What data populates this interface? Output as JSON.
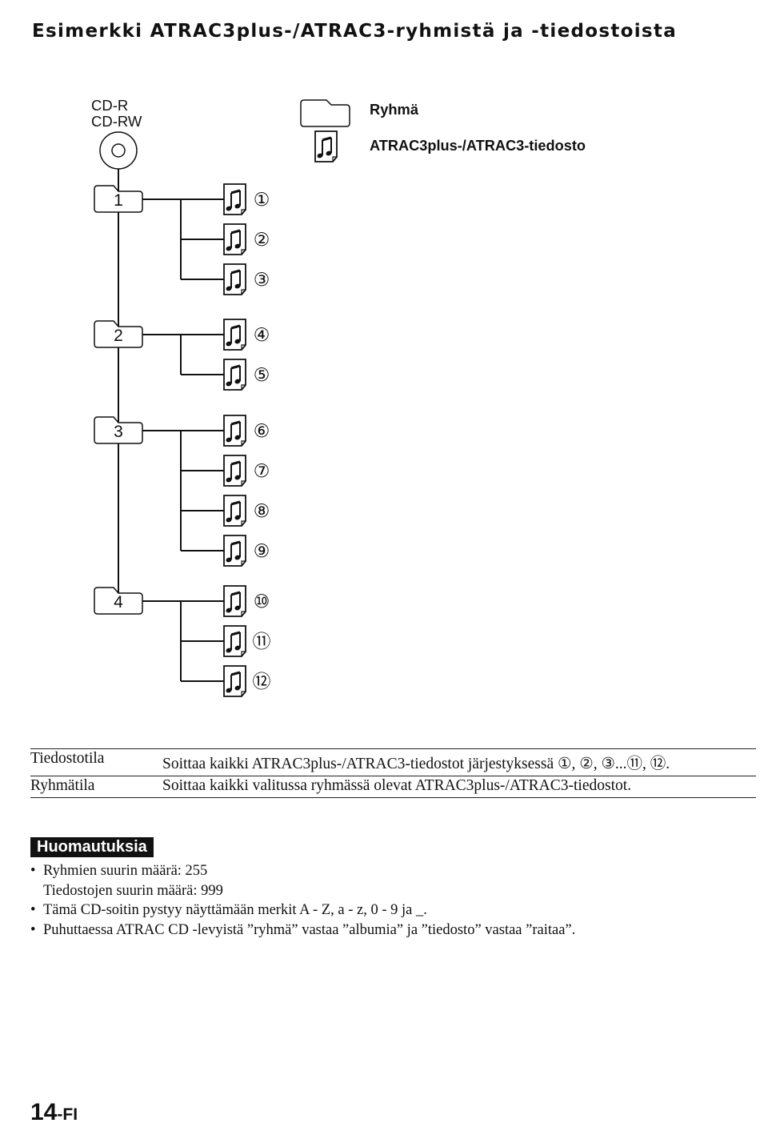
{
  "title": "Esimerkki ATRAC3plus-/ATRAC3-ryhmistä ja -tiedostoista",
  "diagram": {
    "disc_label_1": "CD-R",
    "disc_label_2": "CD-RW",
    "legend": {
      "group": "Ryhmä",
      "file": "ATRAC3plus-/ATRAC3-tiedosto"
    },
    "icons": {
      "disc": "cd-disc-icon",
      "group": "folder-icon",
      "file": "music-file-icon"
    },
    "groups": [
      {
        "label": "1",
        "files": [
          "①",
          "②",
          "③"
        ]
      },
      {
        "label": "2",
        "files": [
          "④",
          "⑤"
        ]
      },
      {
        "label": "3",
        "files": [
          "⑥",
          "⑦",
          "⑧",
          "⑨"
        ]
      },
      {
        "label": "4",
        "files": [
          "⑩",
          "⑪",
          "⑫"
        ]
      }
    ]
  },
  "play_modes": [
    {
      "mode": "Tiedostotila",
      "description": "Soittaa kaikki ATRAC3plus-/ATRAC3-tiedostot järjestyksessä ①, ②, ③...⑪, ⑫."
    },
    {
      "mode": "Ryhmätila",
      "description": "Soittaa kaikki valitussa ryhmässä olevat ATRAC3plus-/ATRAC3-tiedostot."
    }
  ],
  "notes": {
    "heading": "Huomautuksia",
    "items": [
      {
        "lines": [
          "Ryhmien suurin määrä: 255",
          "Tiedostojen suurin määrä: 999"
        ]
      },
      {
        "lines": [
          "Tämä CD-soitin pystyy näyttämään merkit A - Z, a - z, 0 - 9 ja _."
        ]
      },
      {
        "lines": [
          "Puhuttaessa ATRAC CD -levyistä ”ryhmä” vastaa ”albumia” ja ”tiedosto” vastaa ”raitaa”."
        ]
      }
    ]
  },
  "page": {
    "number": "14",
    "suffix": "-FI"
  }
}
